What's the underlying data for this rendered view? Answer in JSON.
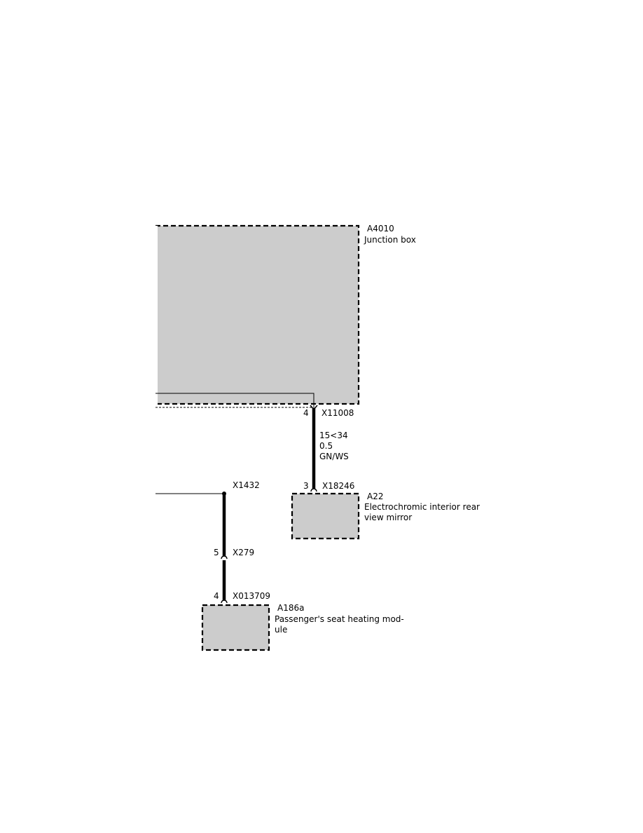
{
  "components": {
    "junction_box": {
      "id": "A4010",
      "name": "Junction box"
    },
    "mirror": {
      "id": "A22",
      "name_line1": "Electrochromic interior rear",
      "name_line2": "view mirror"
    },
    "seat_module": {
      "id": "A186a",
      "name_line1": "Passenger's seat heating mod-",
      "name_line2": "ule"
    }
  },
  "connectors": {
    "x11008": {
      "id": "X11008",
      "pin": "4"
    },
    "x18246": {
      "id": "X18246",
      "pin": "3"
    },
    "x1432": {
      "id": "X1432"
    },
    "x279": {
      "id": "X279",
      "pin": "5"
    },
    "x013709": {
      "id": "X013709",
      "pin": "4"
    }
  },
  "wire_mirror": {
    "circuit": "15<34",
    "gauge": "0.5",
    "color": "GN/WS"
  },
  "colors": {
    "component_fill": "#cccccc",
    "line": "#000000",
    "background": "#ffffff"
  }
}
